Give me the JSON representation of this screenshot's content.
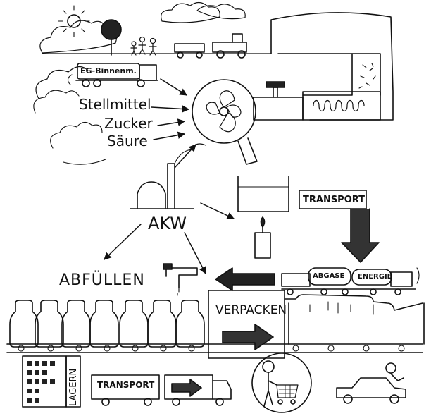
{
  "labels": {
    "truck_sign": "EG-Binnenm.",
    "stellmittel": "Stellmittel",
    "zucker": "Zucker",
    "saeure": "Säure",
    "akw": "AKW",
    "transport_top": "TRANSPORT",
    "abfuellen": "ABFÜLLEN",
    "abgase": "ABGASE",
    "energie": "ENERGIE",
    "verpacken": "VERPACKEN",
    "lagern": "LAGERN",
    "transport_bottom": "TRANSPORT"
  },
  "colors": {
    "ink": "#111111",
    "paper": "#ffffff",
    "shade": "#444444"
  },
  "icons": [
    "sun-icon",
    "tree-icon",
    "people-icon",
    "tractor-icon",
    "truck-icon",
    "fan-icon",
    "tap-icon",
    "candle-icon",
    "factory-icon",
    "milk-bottle-icon",
    "shopping-cart-icon",
    "car-icon",
    "arrow-icon"
  ]
}
